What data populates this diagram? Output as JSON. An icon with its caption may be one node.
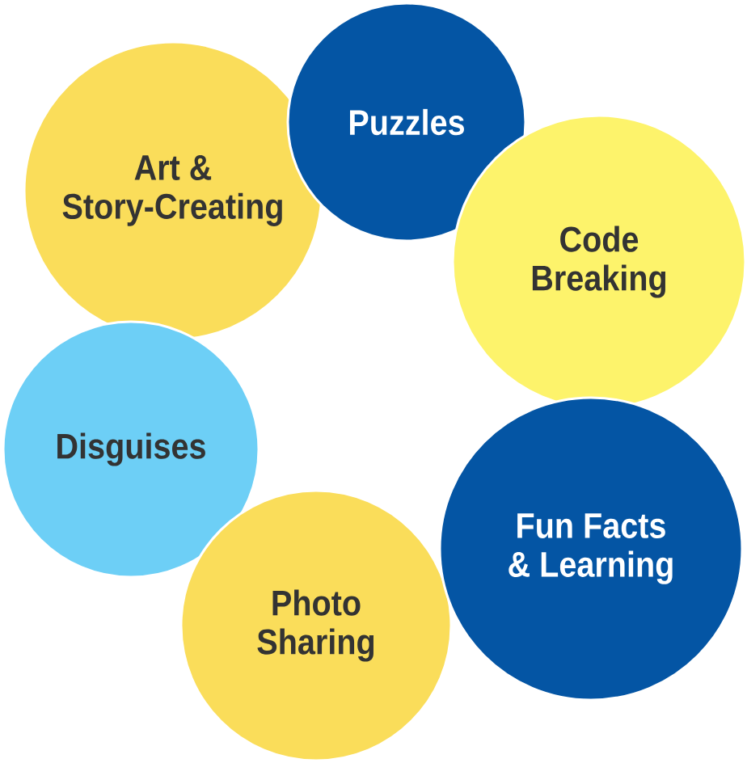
{
  "diagram": {
    "nodes": [
      {
        "text": [
          "Art & Story-Creating"
        ]
      },
      {
        "text": [
          "Puzzles"
        ]
      },
      {
        "text": [
          "Code Breaking"
        ]
      },
      {
        "text": [
          "Disguises"
        ]
      },
      {
        "text": [
          "Fun Facts & Learning"
        ]
      },
      {
        "text": [
          "Photo Sharing"
        ]
      }
    ]
  }
}
